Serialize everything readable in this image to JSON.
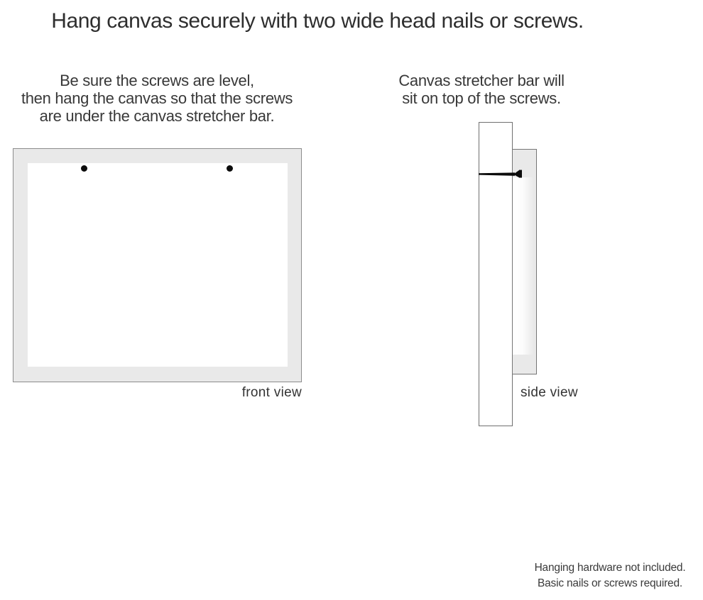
{
  "title": "Hang canvas securely with two wide head nails or screws.",
  "front_section": {
    "instruction_lines": [
      "Be sure the screws are level,",
      "then hang the canvas so that the screws",
      "are under the canvas stretcher bar."
    ],
    "label": "front view",
    "screw_count": 2
  },
  "side_section": {
    "instruction_lines": [
      "Canvas stretcher bar will",
      "sit on top of the screws."
    ],
    "label": "side view"
  },
  "footnote_lines": [
    "Hanging hardware not included.",
    "Basic nails or screws required."
  ],
  "icons": {
    "screw_dot": "filled black circle (screw head, front view)",
    "nail": "wide head nail shown side-on, head protruding from wall"
  },
  "colors": {
    "background": "#ffffff",
    "canvas_frame_fill": "#e9e9e9",
    "frame_border": "#8c8c8c",
    "wall_border": "#6f6f6f",
    "text": "#3a3a3a",
    "title_text": "#2e2e2e",
    "nail": "#0c0c0c"
  }
}
